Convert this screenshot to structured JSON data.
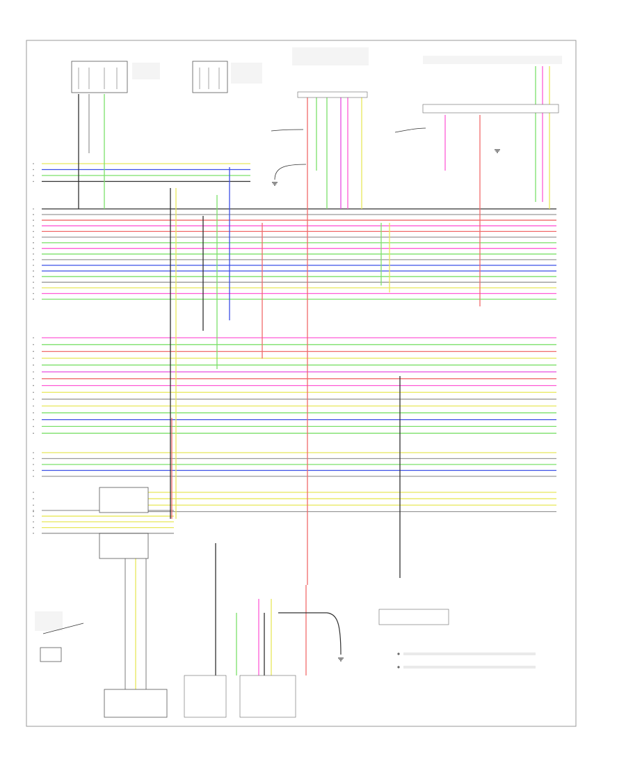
{
  "diagram": {
    "page_label": "",
    "note_lines": [
      "",
      ""
    ]
  },
  "colors": {
    "yellow": "#e8e85a",
    "blue": "#3b4fe6",
    "green": "#7be06a",
    "red": "#f06a6a",
    "pink": "#ff5ad6",
    "magenta": "#e84ce0",
    "gray": "#9a9a9a",
    "black": "#303030",
    "light_green": "#a8f08a",
    "orange": "#f0a050",
    "light_blue": "#8aa8ff"
  },
  "bus": {
    "group_a": [
      "yellow",
      "blue",
      "green",
      "black"
    ],
    "group_b": [
      "black",
      "gray",
      "red",
      "pink",
      "red",
      "gray",
      "green",
      "pink",
      "green",
      "gray",
      "blue",
      "blue",
      "green",
      "gray",
      "yellow",
      "pink",
      "green"
    ],
    "group_c": [
      "pink",
      "green",
      "red",
      "yellow",
      "green",
      "magenta",
      "red",
      "pink",
      "yellow",
      "gray",
      "yellow",
      "green",
      "blue",
      "green",
      "green"
    ],
    "group_d": [
      "yellow",
      "gray",
      "green",
      "blue",
      "gray"
    ],
    "group_e": [
      "yellow",
      "yellow",
      "yellow",
      "gray"
    ],
    "group_f": [
      "gray",
      "yellow",
      "yellow",
      "yellow",
      "gray"
    ]
  }
}
